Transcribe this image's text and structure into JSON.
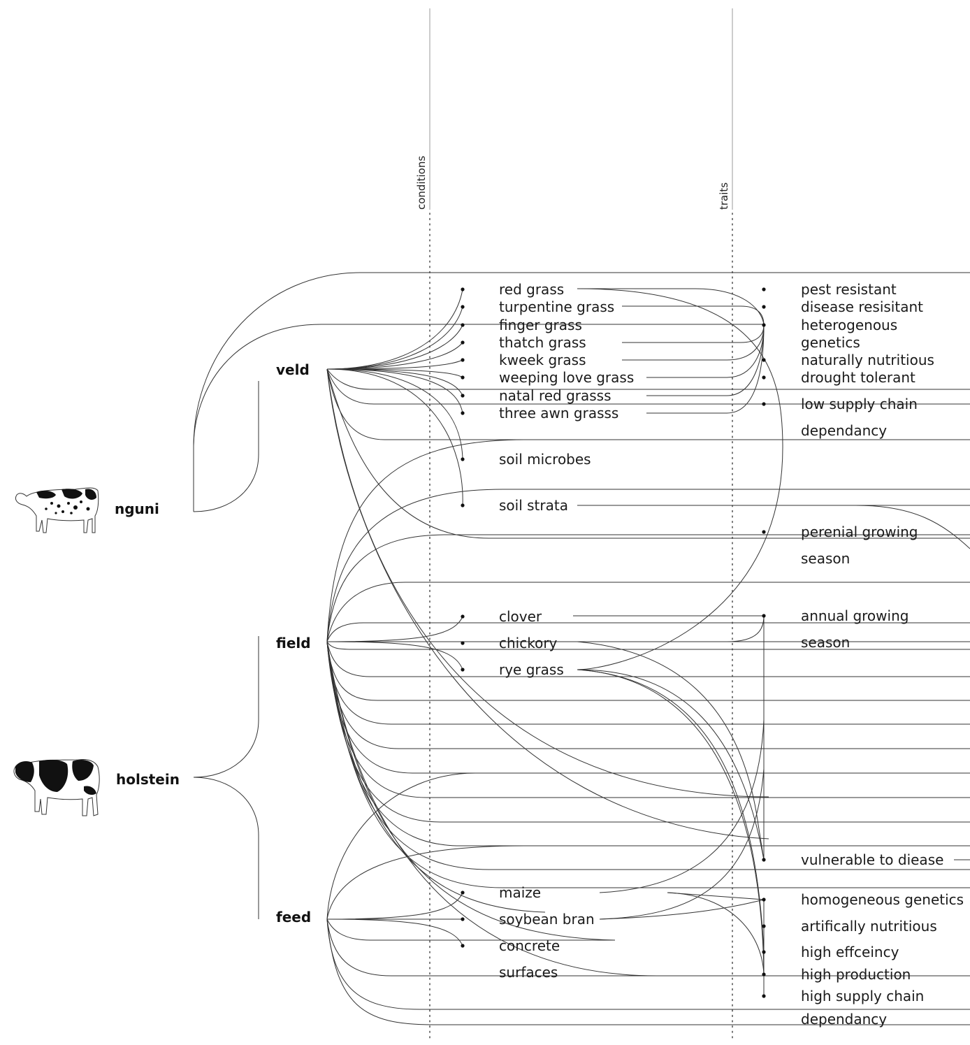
{
  "axes": {
    "conditions": "conditions",
    "traits": "traits"
  },
  "breeds": {
    "nguni": {
      "label": "nguni",
      "icon": "nguni-cow-icon"
    },
    "holstein": {
      "label": "holstein",
      "icon": "holstein-cow-icon"
    }
  },
  "environments": {
    "veld": "veld",
    "field": "field",
    "feed": "feed"
  },
  "conditions": {
    "red_grass": "red grass",
    "turpentine_grass": "turpentine grass",
    "finger_grass": "finger grass",
    "thatch_grass": "thatch grass",
    "kweek_grass": "kweek grass",
    "weeping_love_grass": "weeping love grass",
    "natal_red_grass": "natal red grasss",
    "three_awn_grass": "three awn grasss",
    "soil_microbes": "soil microbes",
    "soil_strata": "soil strata",
    "clover": "clover",
    "chickory": "chickory",
    "rye_grass": "rye grass",
    "maize": "maize",
    "soybean_bran": "soybean bran",
    "concrete_line1": "concrete",
    "concrete_line2": "surfaces"
  },
  "traits": {
    "pest_resistant": "pest resistant",
    "disease_resistant": "disease resisitant",
    "heterogenous_line1": "heterogenous",
    "heterogenous_line2": "genetics",
    "naturally_nutritious": "naturally nutritious",
    "drought_tolerant": "drought tolerant",
    "low_supply_line1": "low supply  chain",
    "low_supply_line2": "dependancy",
    "perenial_line1": "perenial growing",
    "perenial_line2": "season",
    "annual_line1": "annual growing",
    "annual_line2": "season",
    "vulnerable": "vulnerable to diease",
    "homogeneous": "homogeneous genetics",
    "artificially_nutritious": "artifically nutritious",
    "high_efficiency": "high effceincy",
    "high_production": "high production",
    "high_supply_line1": "high supply chain",
    "high_supply_line2": "dependancy"
  }
}
